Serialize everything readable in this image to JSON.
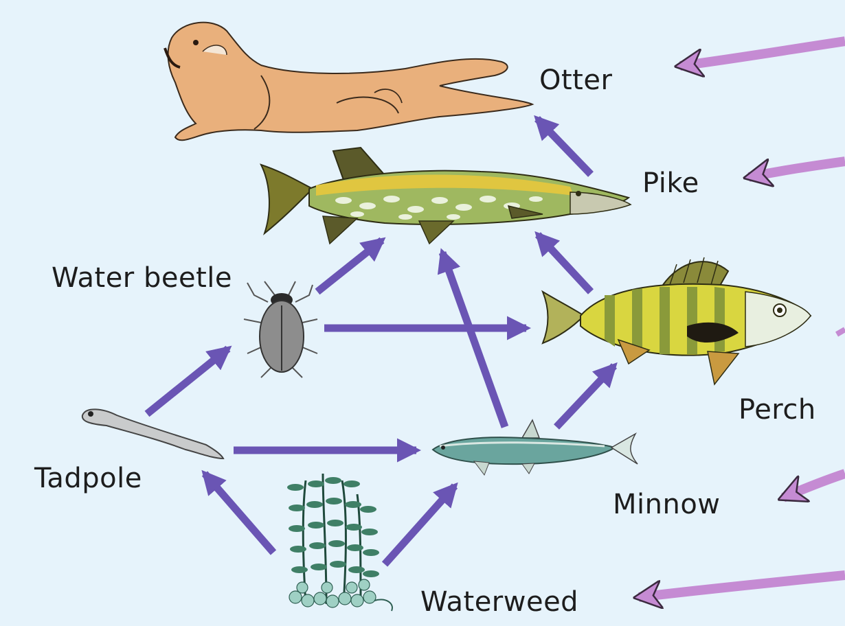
{
  "labels": {
    "otter": "Otter",
    "pike": "Pike",
    "water_beetle": "Water beetle",
    "perch": "Perch",
    "tadpole": "Tadpole",
    "minnow": "Minnow",
    "waterweed": "Waterweed"
  },
  "colors": {
    "background": "#e6f3fb",
    "feeding_arrow": "#6a55b4",
    "pointer_arrow": "#c58bd3"
  },
  "food_web": {
    "links": [
      {
        "from": "Waterweed",
        "to": "Tadpole"
      },
      {
        "from": "Waterweed",
        "to": "Minnow"
      },
      {
        "from": "Tadpole",
        "to": "Water beetle"
      },
      {
        "from": "Tadpole",
        "to": "Minnow"
      },
      {
        "from": "Water beetle",
        "to": "Pike"
      },
      {
        "from": "Water beetle",
        "to": "Perch"
      },
      {
        "from": "Minnow",
        "to": "Pike"
      },
      {
        "from": "Minnow",
        "to": "Perch"
      },
      {
        "from": "Perch",
        "to": "Pike"
      },
      {
        "from": "Pike",
        "to": "Otter"
      }
    ]
  }
}
